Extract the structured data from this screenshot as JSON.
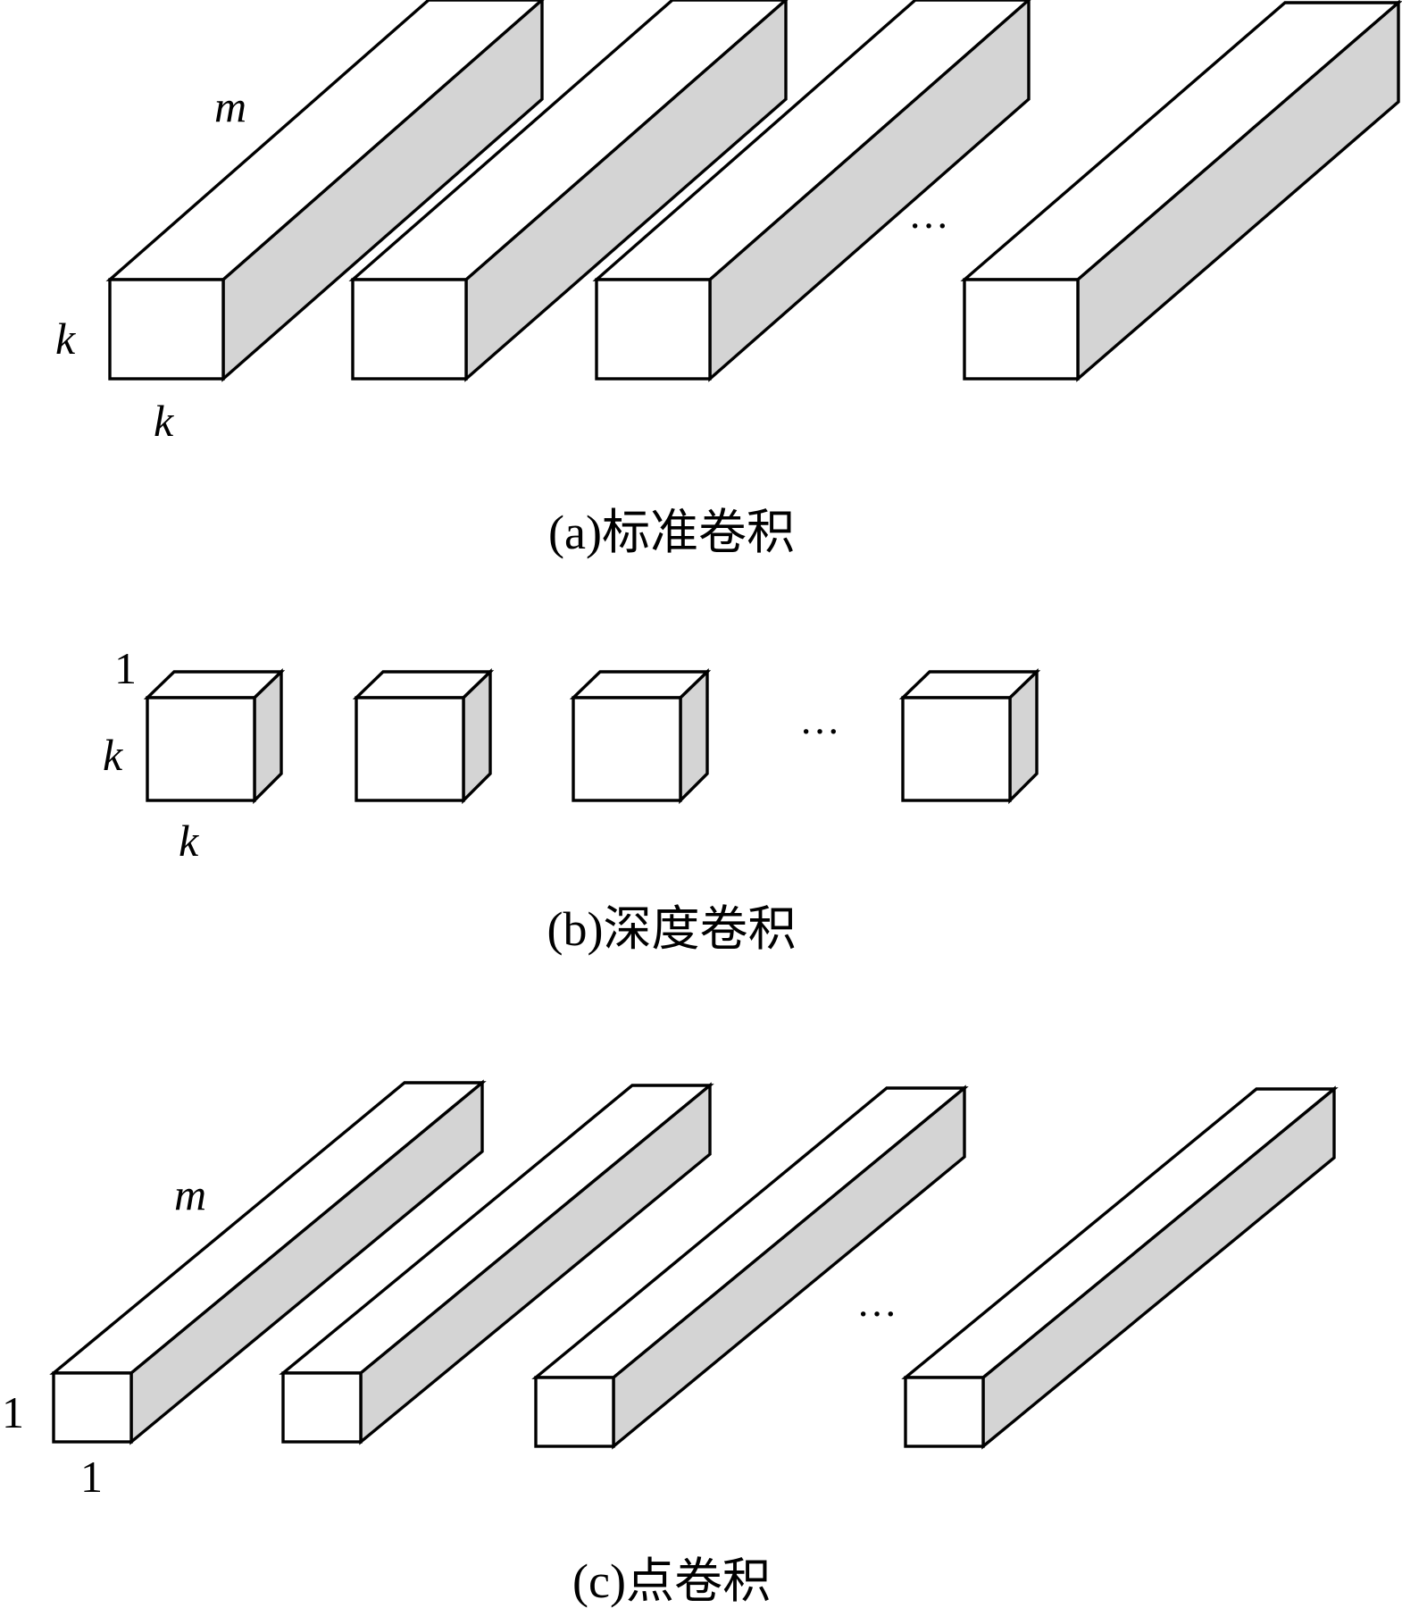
{
  "panels": [
    {
      "id": "a",
      "caption": "(a)标准卷积",
      "depth_label": "m",
      "height_label": "k",
      "width_label": "k",
      "ellipsis": "···"
    },
    {
      "id": "b",
      "caption": "(b)深度卷积",
      "depth_label": "1",
      "height_label": "k",
      "width_label": "k",
      "ellipsis": "···"
    },
    {
      "id": "c",
      "caption": "(c)点卷积",
      "depth_label": "m",
      "height_label": "1",
      "width_label": "1",
      "ellipsis": "···"
    }
  ],
  "colors": {
    "front_face": "#ffffff",
    "side_face": "#d4d4d4",
    "stroke": "#000000"
  }
}
